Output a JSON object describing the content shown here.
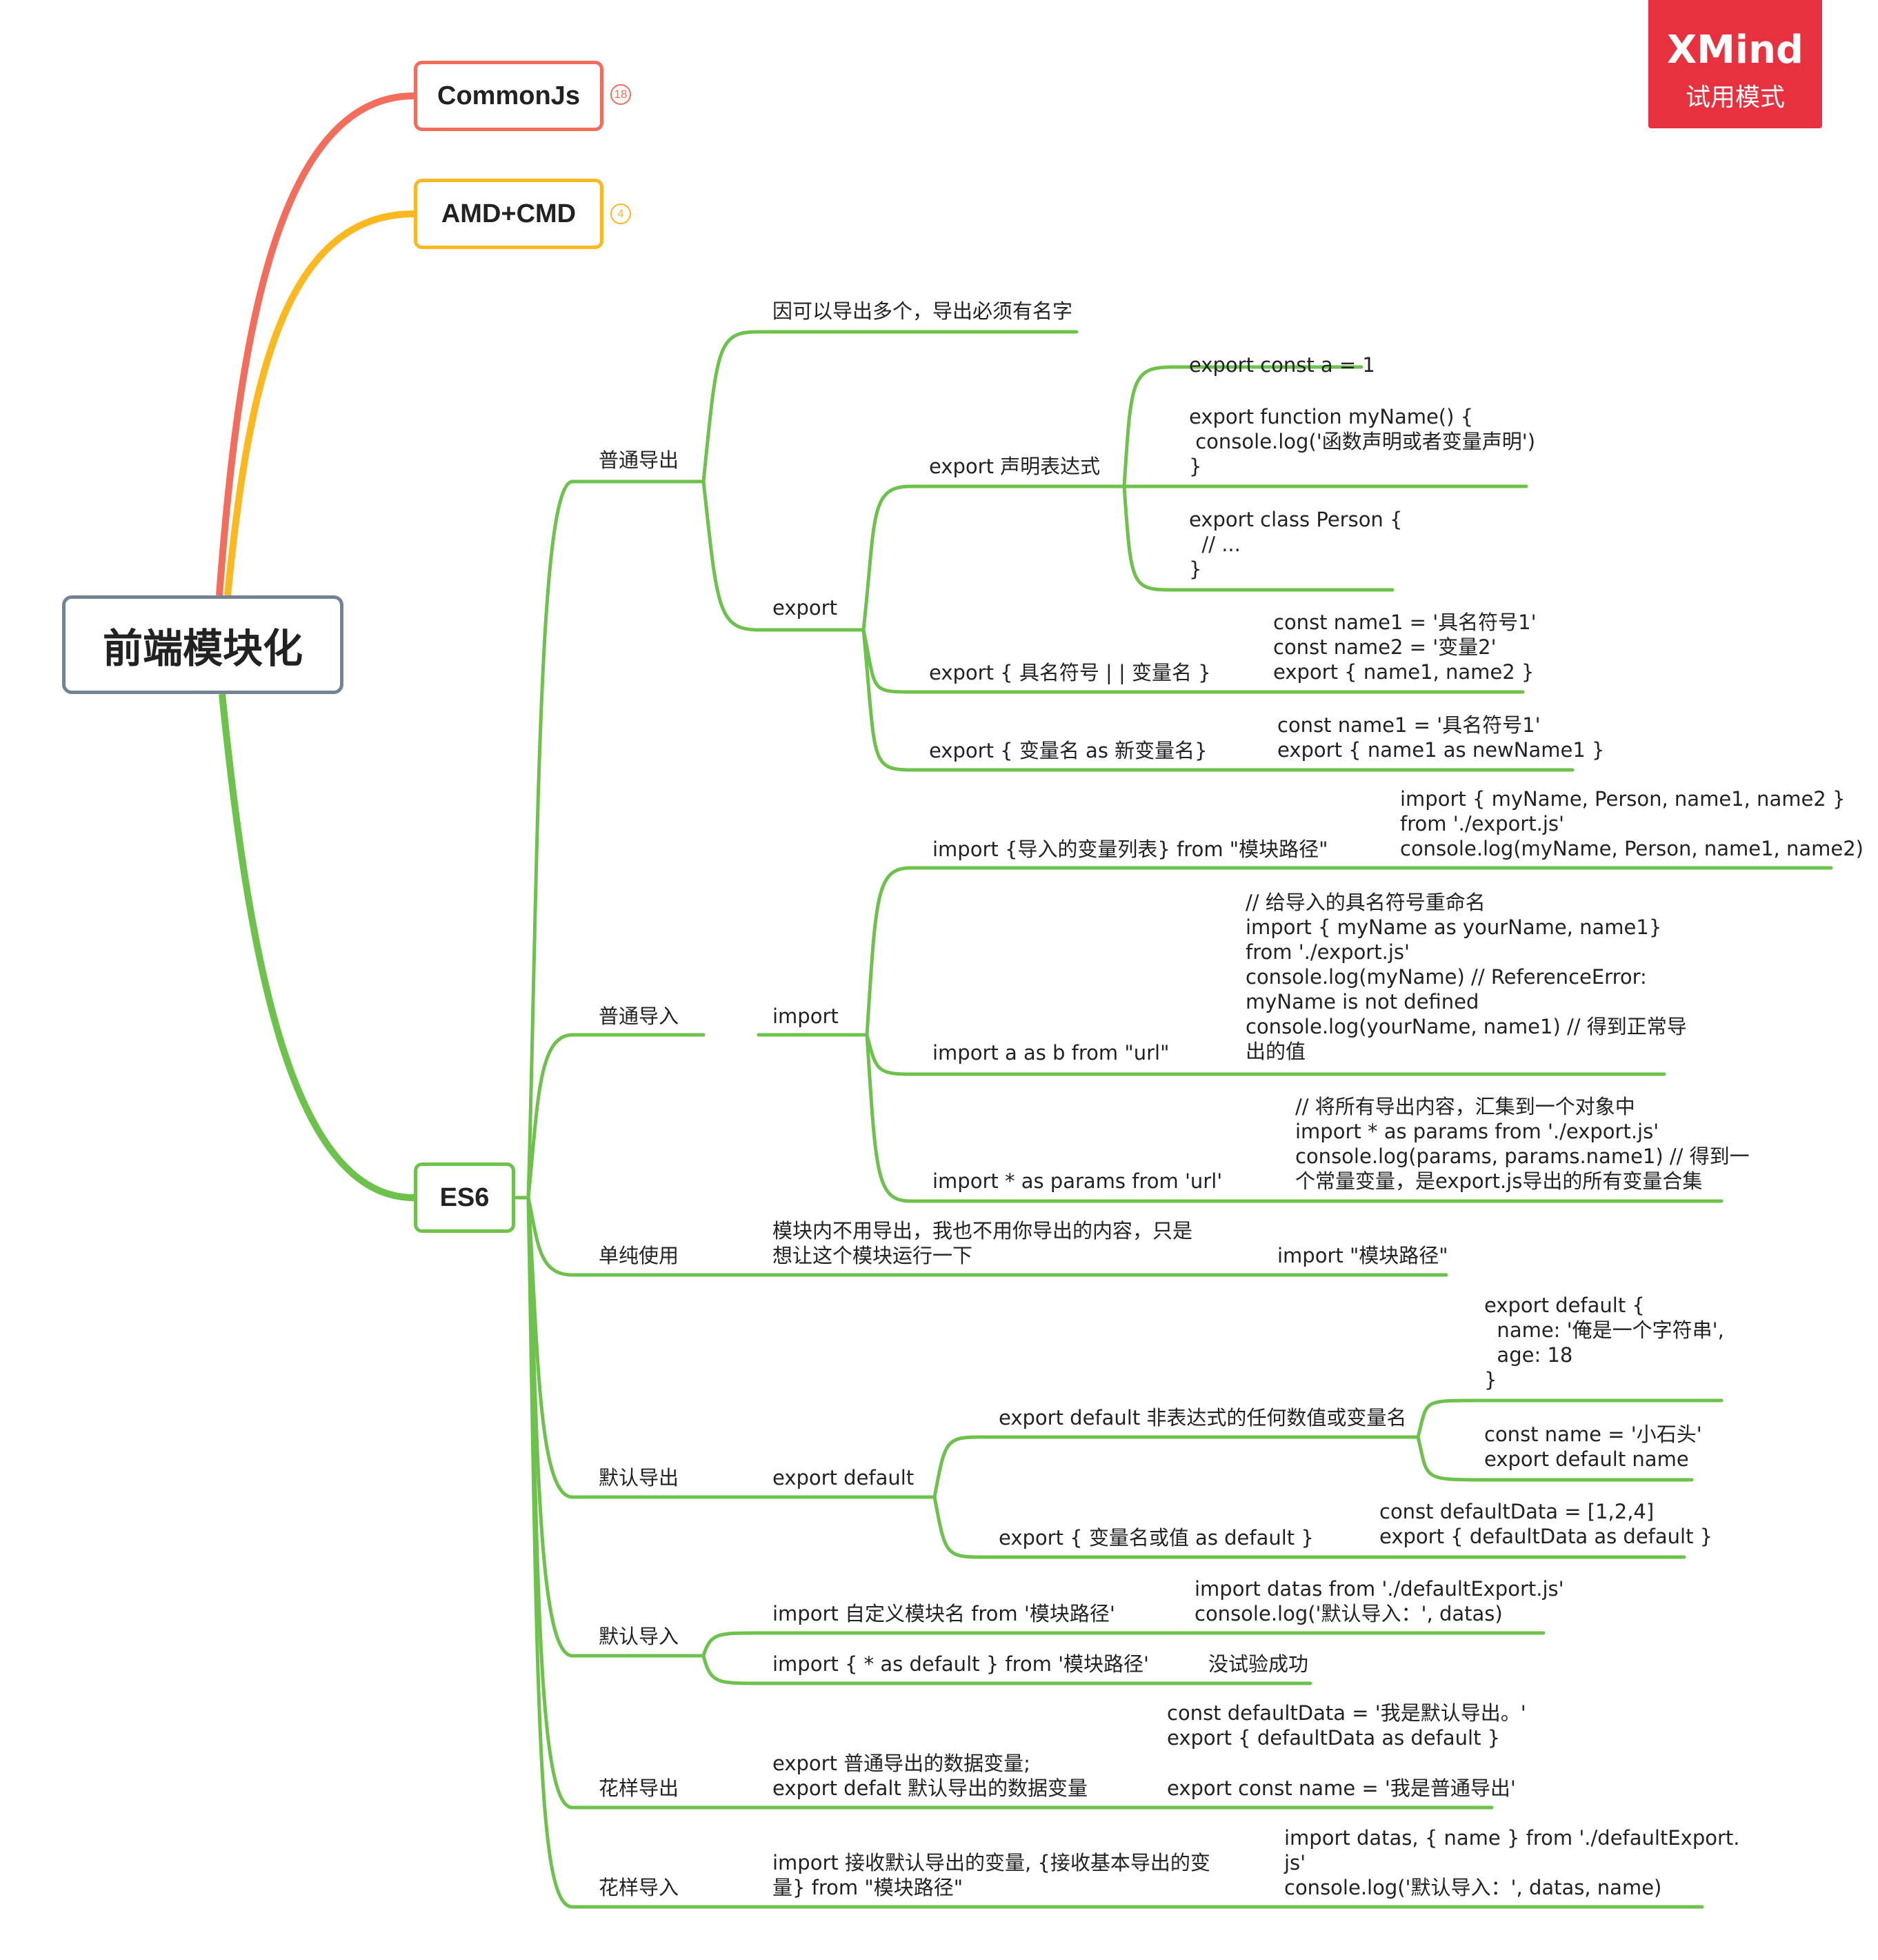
{
  "watermark": {
    "title": "XMind",
    "subtitle": "试用模式"
  },
  "root": {
    "label": "前端模块化"
  },
  "branches": {
    "commonjs": {
      "label": "CommonJs",
      "badge": "18"
    },
    "amdcmd": {
      "label": "AMD+CMD",
      "badge": "4"
    },
    "es6": {
      "label": "ES6"
    }
  },
  "colors": {
    "commonjs": "#f26d5b",
    "amdcmd": "#fbb81f",
    "es6": "#6cc24a",
    "root_border": "#748393",
    "watermark": "#e8313f"
  },
  "es6": {
    "named_export": {
      "label": "普通导出",
      "note": "因可以导出多个，导出必须有名字",
      "export": {
        "label": "export",
        "decl": {
          "label": "export 声明表达式",
          "ex1": "export const a = 1",
          "ex2": "export function myName() {\n console.log('函数声明或者变量声明')\n}",
          "ex3": "export class Person {\n  // ...\n}"
        },
        "named": {
          "label": "export { 具名符号 | | 变量名 }",
          "ex": "const name1 = '具名符号1'\nconst name2 = '变量2'\nexport { name1, name2 }"
        },
        "rename": {
          "label": "export { 变量名 as 新变量名}",
          "ex": "const name1 = '具名符号1'\nexport { name1 as newName1 }"
        }
      }
    },
    "named_import": {
      "label": "普通导入",
      "import": {
        "label": "import",
        "list": {
          "label": "import {导入的变量列表} from \"模块路径\"",
          "ex": "import { myName, Person, name1, name2 }\nfrom './export.js'\nconsole.log(myName, Person, name1, name2)"
        },
        "alias": {
          "label": "import a as b from \"url\"",
          "ex": "// 给导入的具名符号重命名\nimport { myName as yourName, name1}\nfrom './export.js'\nconsole.log(myName) // ReferenceError:\nmyName is not defined\nconsole.log(yourName, name1) // 得到正常导\n出的值"
        },
        "namespace": {
          "label": "import * as params from 'url'",
          "ex": "// 将所有导出内容，汇集到一个对象中\nimport * as params from './export.js'\nconsole.log(params, params.name1) // 得到一\n个常量变量，是export.js导出的所有变量合集"
        }
      }
    },
    "side_effect": {
      "label": "单纯使用",
      "desc": "模块内不用导出，我也不用你导出的内容，只是\n想让这个模块运行一下",
      "ex": "import \"模块路径\""
    },
    "default_export": {
      "label": "默认导出",
      "export_default": {
        "label": "export default",
        "expr": {
          "label": "export default 非表达式的任何数值或变量名",
          "ex1": "export default {\n  name: '俺是一个字符串',\n  age: 18\n}",
          "ex2": "const name = '小石头'\nexport default name"
        },
        "as_default": {
          "label": "export { 变量名或值 as default }",
          "ex": "const defaultData = [1,2,4]\nexport { defaultData as default }"
        }
      }
    },
    "default_import": {
      "label": "默认导入",
      "custom": {
        "label": "import 自定义模块名 from '模块路径'",
        "ex": "import datas from './defaultExport.js'\nconsole.log('默认导入：', datas)"
      },
      "as_default": {
        "label": "import { * as default } from '模块路径'",
        "ex": "没试验成功"
      }
    },
    "mixed_export": {
      "label": "花样导出",
      "desc": "export 普通导出的数据变量;\nexport defalt 默认导出的数据变量",
      "ex1": "const defaultData = '我是默认导出。'\nexport { defaultData as default }",
      "ex2": "export const name = '我是普通导出'"
    },
    "mixed_import": {
      "label": "花样导入",
      "desc": "import 接收默认导出的变量, {接收基本导出的变\n量} from \"模块路径\"",
      "ex": "import datas, { name } from './defaultExport.\njs'\nconsole.log('默认导入：', datas, name)"
    }
  }
}
